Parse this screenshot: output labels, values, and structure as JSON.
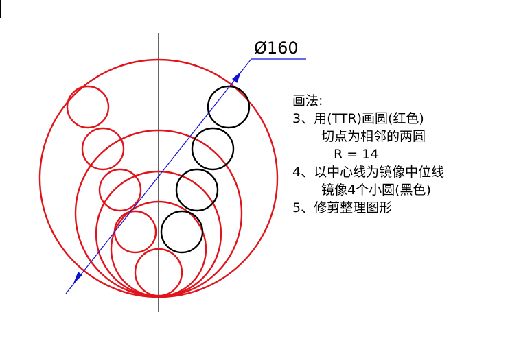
{
  "dimension": {
    "label": "Ø160"
  },
  "notes": {
    "heading": "画法:",
    "step3": "3、用(TTR)画圆(红色)",
    "step3_detail1": "切点为相邻的两圆",
    "step3_detail2": "R = 14",
    "step4": "4、以中心线为镜像中位线",
    "step4_detail": "镜像4个小圆(黑色)",
    "step5": "5、修剪整理图形"
  },
  "colors": {
    "construction": "#e0141b",
    "mirrored": "#000000",
    "dimension": "#1010d0",
    "centerline": "#000000"
  }
}
